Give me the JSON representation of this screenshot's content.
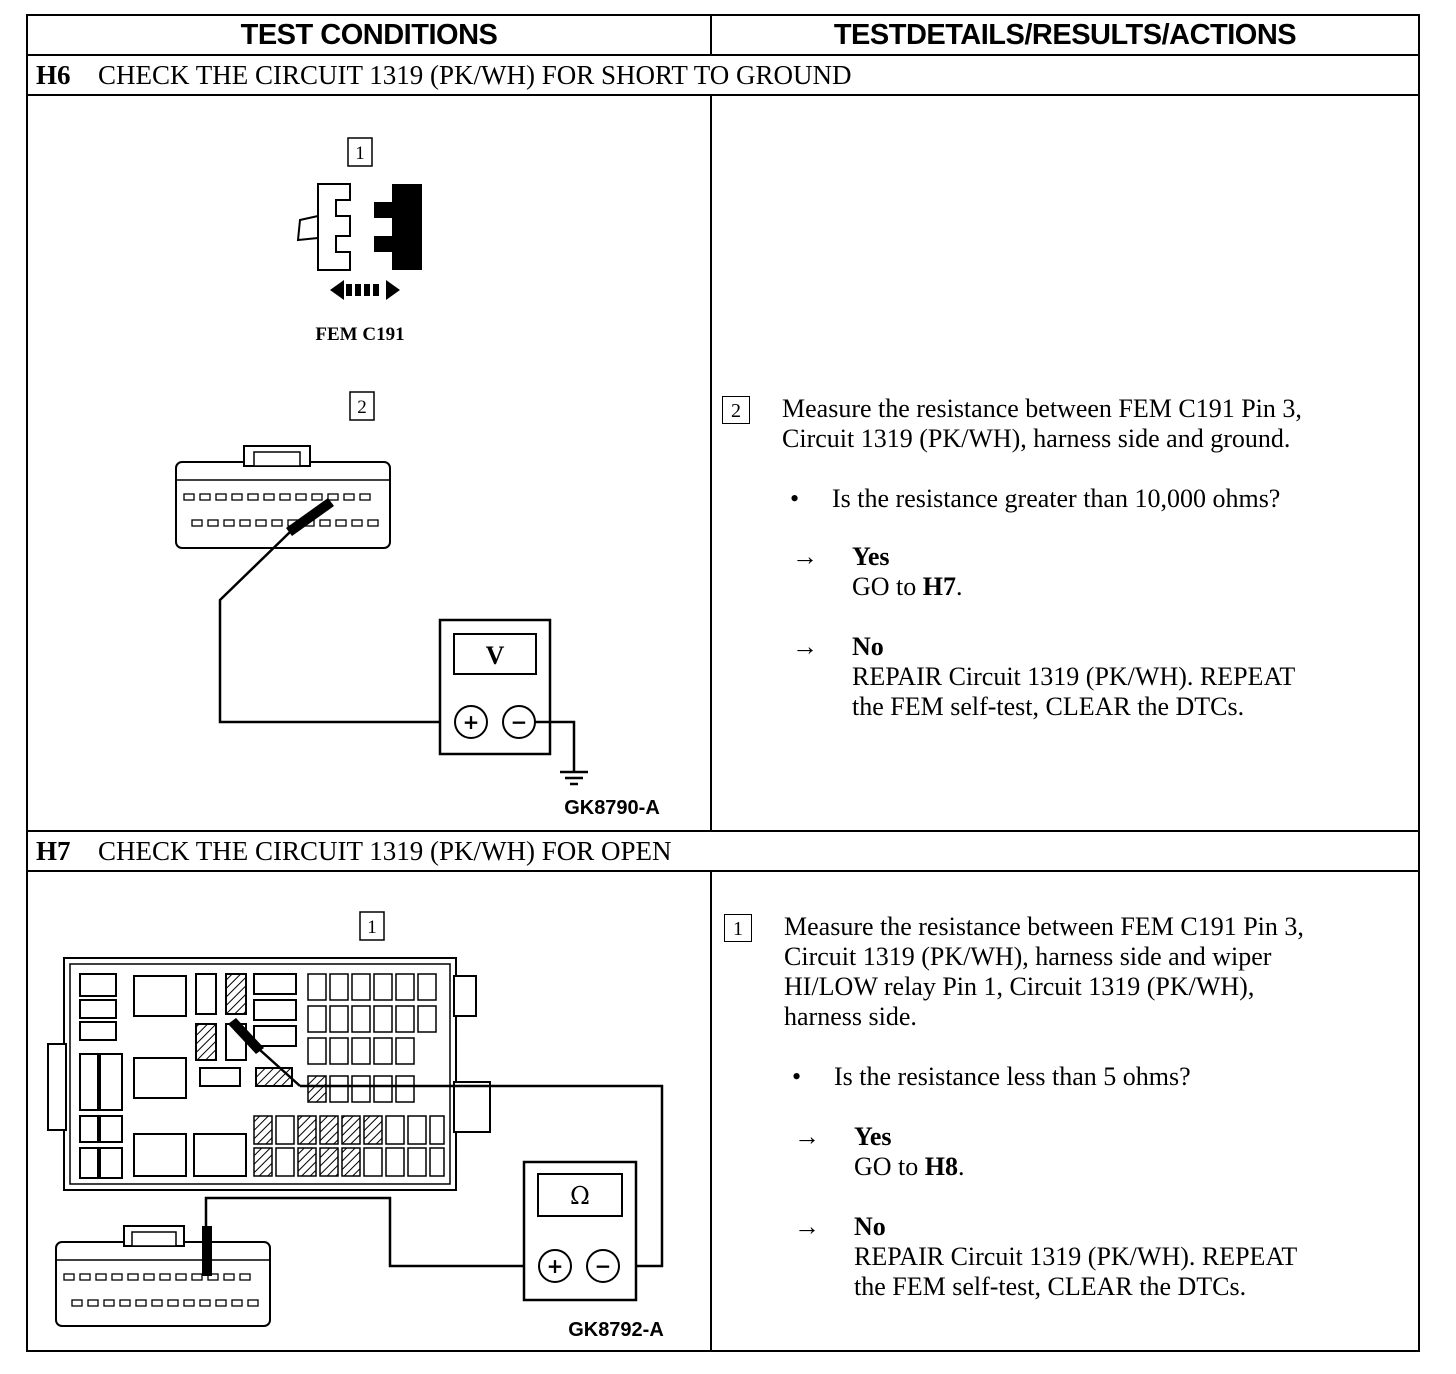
{
  "header": {
    "col1": "TEST CONDITIONS",
    "col2": "TESTDETAILS/RESULTS/ACTIONS"
  },
  "h6": {
    "id": "H6",
    "title": "CHECK THE CIRCUIT 1319 (PK/WH) FOR SHORT TO GROUND",
    "figure": {
      "step1": "1",
      "connector_label": "FEM C191",
      "step2": "2",
      "meter_symbol": "V",
      "plus": "+",
      "minus": "−",
      "code": "GK8790-A"
    },
    "details": {
      "step": "2",
      "line1": "Measure the resistance between FEM C191 Pin 3,",
      "line2": "Circuit 1319 (PK/WH), harness side and ground.",
      "bullet": "•",
      "question": "Is the resistance greater than 10,000 ohms?",
      "arrow": "→",
      "yes_label": "Yes",
      "yes_pre": "GO to ",
      "yes_target": "H7",
      "yes_post": ".",
      "no_label": "No",
      "no_line1": "REPAIR Circuit 1319 (PK/WH). REPEAT",
      "no_line2": "the FEM self-test, CLEAR the DTCs."
    }
  },
  "h7": {
    "id": "H7",
    "title": "CHECK THE CIRCUIT 1319 (PK/WH) FOR OPEN",
    "figure": {
      "step1": "1",
      "meter_symbol": "Ω",
      "plus": "+",
      "minus": "−",
      "code": "GK8792-A"
    },
    "details": {
      "step": "1",
      "line1": "Measure the resistance between FEM C191 Pin 3,",
      "line2": "Circuit 1319 (PK/WH), harness side and wiper",
      "line3": "HI/LOW relay Pin 1, Circuit 1319 (PK/WH),",
      "line4": "harness side.",
      "bullet": "•",
      "question": "Is the resistance less than 5 ohms?",
      "arrow": "→",
      "yes_label": "Yes",
      "yes_pre": "GO to ",
      "yes_target": "H8",
      "yes_post": ".",
      "no_label": "No",
      "no_line1": "REPAIR Circuit 1319 (PK/WH). REPEAT",
      "no_line2": "the FEM self-test, CLEAR the DTCs."
    }
  }
}
